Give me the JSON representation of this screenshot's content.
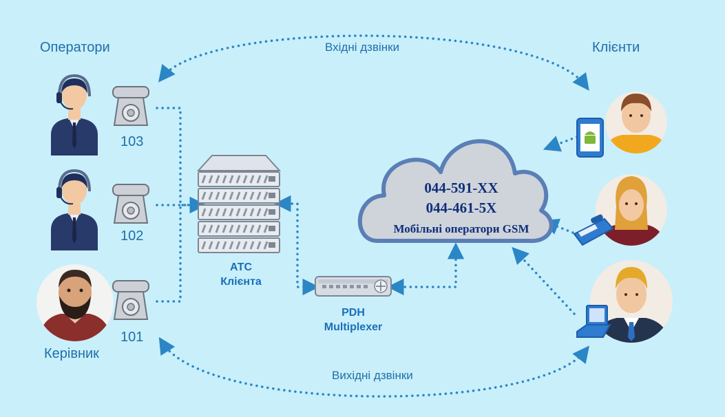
{
  "groups": {
    "operators": "Оператори",
    "clients": "Клієнти",
    "manager": "Керівник"
  },
  "extensions": [
    "103",
    "102",
    "101"
  ],
  "flows": {
    "incoming": "Вхідні дзвінки",
    "outgoing": "Вихідні дзвінки"
  },
  "pbx": {
    "line1": "АТС",
    "line2": "Клієнта"
  },
  "pdh": {
    "line1": "PDH",
    "line2": "Multiplexer"
  },
  "cloud": {
    "number1": "044-591-XX",
    "number2": "044-461-5X",
    "operators": "Мобільні оператори GSM"
  },
  "colors": {
    "background": "#c9effb",
    "connector": "#2b86c5",
    "label": "#1f6fa8",
    "cloud_fill": "#cfd3da",
    "cloud_stroke": "#5a7fb6",
    "cloud_text": "#0e2f7a"
  },
  "icons": [
    "operator-headset-icon",
    "desk-phone-icon",
    "manager-avatar-icon",
    "server-rack-icon",
    "multiplexer-icon",
    "cloud-icon",
    "client-avatar-icon",
    "mobile-android-icon",
    "fax-phone-icon",
    "laptop-icon"
  ]
}
